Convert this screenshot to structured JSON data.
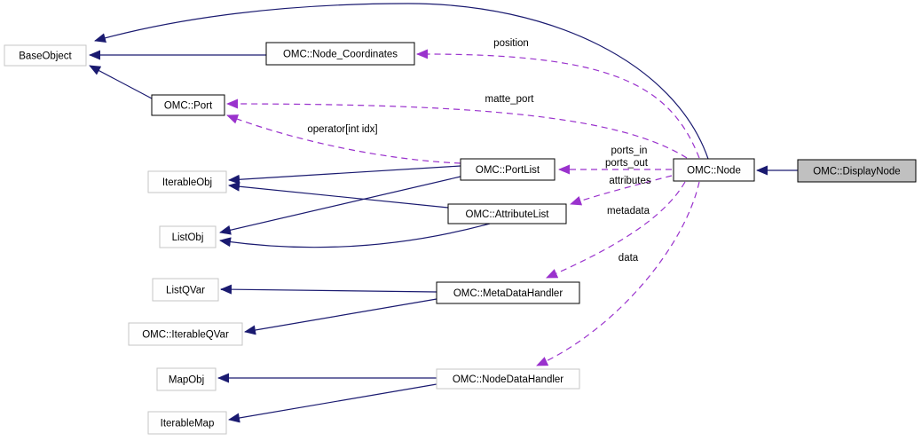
{
  "diagram": {
    "type": "collaboration-graph",
    "nodes": [
      {
        "id": "base-object",
        "label": "BaseObject"
      },
      {
        "id": "node-coordinates",
        "label": "OMC::Node_Coordinates"
      },
      {
        "id": "port",
        "label": "OMC::Port"
      },
      {
        "id": "iterable-obj",
        "label": "IterableObj"
      },
      {
        "id": "list-obj",
        "label": "ListObj"
      },
      {
        "id": "port-list",
        "label": "OMC::PortList"
      },
      {
        "id": "attribute-list",
        "label": "OMC::AttributeList"
      },
      {
        "id": "list-qvar",
        "label": "ListQVar"
      },
      {
        "id": "iterable-qvar",
        "label": "OMC::IterableQVar"
      },
      {
        "id": "map-obj",
        "label": "MapObj"
      },
      {
        "id": "iterable-map",
        "label": "IterableMap"
      },
      {
        "id": "metadata-handler",
        "label": "OMC::MetaDataHandler"
      },
      {
        "id": "node-data-handler",
        "label": "OMC::NodeDataHandler"
      },
      {
        "id": "node",
        "label": "OMC::Node"
      },
      {
        "id": "display-node",
        "label": "OMC::DisplayNode"
      }
    ],
    "edge_labels": {
      "position": "position",
      "matte_port": "matte_port",
      "operator_idx": "operator[int idx]",
      "ports_in": "ports_in",
      "ports_out": "ports_out",
      "attributes": "attributes",
      "metadata": "metadata",
      "data": "data"
    },
    "colors": {
      "inheritance_edge": "#1a1a70",
      "usage_edge": "#9a32cd",
      "node_fill": "#fefefe",
      "highlight_fill": "#c0c0c0",
      "border_dark": "#000000",
      "border_light": "#c6c6c6",
      "text": "#000000"
    }
  }
}
